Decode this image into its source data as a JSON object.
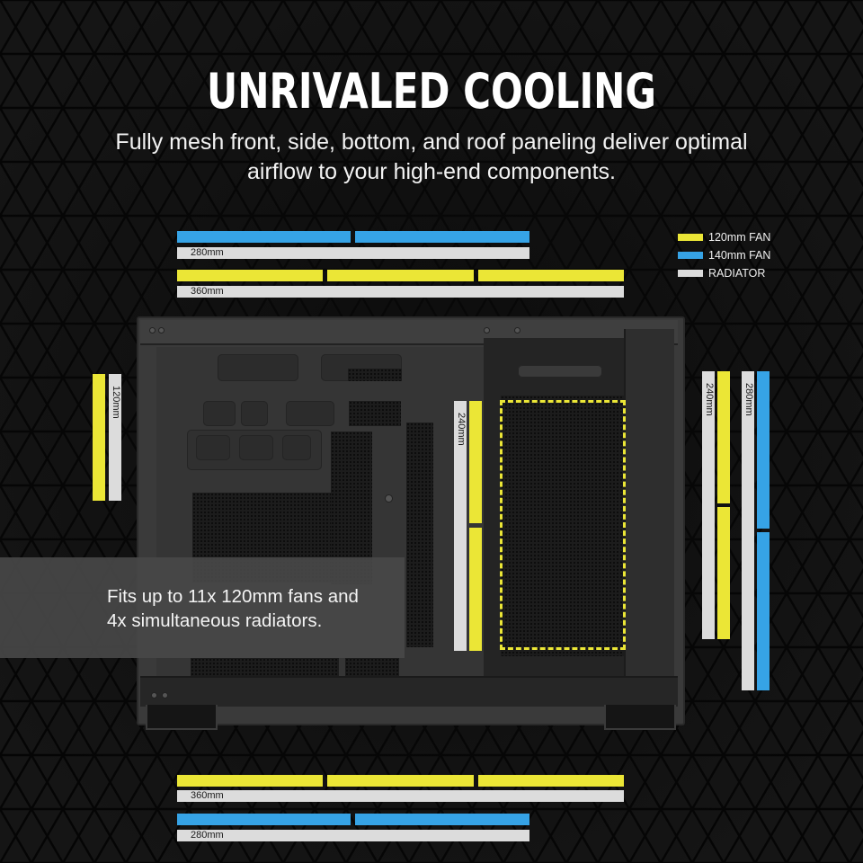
{
  "header": {
    "title": "UNRIVALED COOLING",
    "subtitle_line1": "Fully mesh front, side, bottom, and roof paneling deliver optimal",
    "subtitle_line2": "airflow to your high-end components."
  },
  "legend": {
    "items": [
      {
        "label": "120mm FAN",
        "color": "#ebe636"
      },
      {
        "label": "140mm FAN",
        "color": "#36a3e6"
      },
      {
        "label": "RADIATOR",
        "color": "#dcdcdc"
      }
    ]
  },
  "mounts": {
    "top_280": {
      "label": "280mm",
      "fan_type": "140mm FAN",
      "fan_count": 2
    },
    "top_360": {
      "label": "360mm",
      "fan_type": "120mm FAN",
      "fan_count": 3
    },
    "rear_120": {
      "label": "120mm",
      "fan_type": "120mm FAN",
      "fan_count": 1
    },
    "middle_240": {
      "label": "240mm",
      "fan_type": "120mm FAN",
      "fan_count": 2
    },
    "side_240": {
      "label": "240mm",
      "fan_type": "120mm FAN",
      "fan_count": 2
    },
    "side_280": {
      "label": "280mm",
      "fan_type": "140mm FAN",
      "fan_count": 2
    },
    "bottom_360": {
      "label": "360mm",
      "fan_type": "120mm FAN",
      "fan_count": 3
    },
    "bottom_280": {
      "label": "280mm",
      "fan_type": "140mm FAN",
      "fan_count": 2
    }
  },
  "callout": {
    "line1": "Fits up to 11x 120mm fans and",
    "line2": "4x simultaneous radiators."
  },
  "colors": {
    "fan_120": "#ebe636",
    "fan_140": "#36a3e6",
    "radiator": "#dcdcdc",
    "background": "#0a0a0a"
  }
}
